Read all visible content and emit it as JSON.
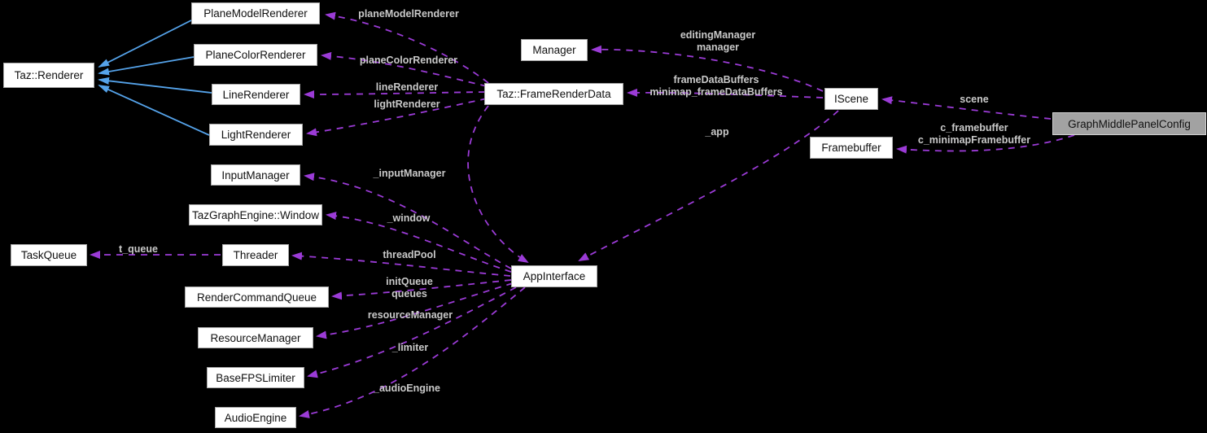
{
  "diagram_type": "doxygen-collaboration-graph",
  "colors": {
    "background": "#000000",
    "node_fill": "#ffffff",
    "node_border": "#a8a8a8",
    "node_text": "#111111",
    "highlight_fill": "#a2a2a2",
    "highlight_border": "#d2d2d2",
    "usage_edge": "#9b3bd6",
    "inheritance_edge": "#55a3ea",
    "edge_label_text": "#c9c9c9"
  },
  "nodes": {
    "plane_model_renderer": {
      "label": "PlaneModelRenderer"
    },
    "plane_color_renderer": {
      "label": "PlaneColorRenderer"
    },
    "line_renderer": {
      "label": "LineRenderer"
    },
    "light_renderer": {
      "label": "LightRenderer"
    },
    "taz_renderer": {
      "label": "Taz::Renderer"
    },
    "manager": {
      "label": "Manager"
    },
    "frame_render_data": {
      "label": "Taz::FrameRenderData"
    },
    "iscene": {
      "label": "IScene"
    },
    "framebuffer": {
      "label": "Framebuffer"
    },
    "graph_middle_panel_config": {
      "label": "GraphMiddlePanelConfig",
      "highlighted": true
    },
    "input_manager": {
      "label": "InputManager"
    },
    "window": {
      "label": "TazGraphEngine::Window"
    },
    "task_queue": {
      "label": "TaskQueue"
    },
    "threader": {
      "label": "Threader"
    },
    "render_command_queue": {
      "label": "RenderCommandQueue"
    },
    "resource_manager": {
      "label": "ResourceManager"
    },
    "base_fps_limiter": {
      "label": "BaseFPSLimiter"
    },
    "audio_engine": {
      "label": "AudioEngine"
    },
    "app_interface": {
      "label": "AppInterface"
    }
  },
  "edges": {
    "plane_model": {
      "from": "Taz::FrameRenderData",
      "to": "PlaneModelRenderer",
      "type": "usage",
      "lines": [
        "planeModelRenderer"
      ]
    },
    "plane_color": {
      "from": "Taz::FrameRenderData",
      "to": "PlaneColorRenderer",
      "type": "usage",
      "lines": [
        "planeColorRenderer"
      ]
    },
    "line": {
      "from": "Taz::FrameRenderData",
      "to": "LineRenderer",
      "type": "usage",
      "lines": [
        "lineRenderer"
      ]
    },
    "light": {
      "from": "Taz::FrameRenderData",
      "to": "LightRenderer",
      "type": "usage",
      "lines": [
        "lightRenderer"
      ]
    },
    "editing_manager": {
      "from": "IScene",
      "to": "Manager",
      "type": "usage",
      "lines": [
        "editingManager",
        "manager"
      ]
    },
    "frame_data_buffers": {
      "from": "IScene",
      "to": "Taz::FrameRenderData",
      "type": "usage",
      "lines": [
        "frameDataBuffers",
        "minimap_frameDataBuffers"
      ]
    },
    "scene": {
      "from": "GraphMiddlePanelConfig",
      "to": "IScene",
      "type": "usage",
      "lines": [
        "scene"
      ]
    },
    "c_framebuffer": {
      "from": "GraphMiddlePanelConfig",
      "to": "Framebuffer",
      "type": "usage",
      "lines": [
        "c_framebuffer",
        "c_minimapFramebuffer"
      ]
    },
    "app": {
      "from": "IScene",
      "to": "AppInterface",
      "type": "usage",
      "lines": [
        "_app"
      ]
    },
    "frd_app": {
      "from": "Taz::FrameRenderData",
      "to": "AppInterface",
      "type": "usage",
      "lines": []
    },
    "input_manager": {
      "from": "AppInterface",
      "to": "InputManager",
      "type": "usage",
      "lines": [
        "_inputManager"
      ]
    },
    "window": {
      "from": "AppInterface",
      "to": "TazGraphEngine::Window",
      "type": "usage",
      "lines": [
        "_window"
      ]
    },
    "thread_pool": {
      "from": "AppInterface",
      "to": "Threader",
      "type": "usage",
      "lines": [
        "threadPool"
      ]
    },
    "t_queue": {
      "from": "Threader",
      "to": "TaskQueue",
      "type": "usage",
      "lines": [
        "t_queue"
      ]
    },
    "init_queue": {
      "from": "AppInterface",
      "to": "RenderCommandQueue",
      "type": "usage",
      "lines": [
        "initQueue",
        "queues"
      ]
    },
    "resource_manager": {
      "from": "AppInterface",
      "to": "ResourceManager",
      "type": "usage",
      "lines": [
        "resourceManager"
      ]
    },
    "limiter": {
      "from": "AppInterface",
      "to": "BaseFPSLimiter",
      "type": "usage",
      "lines": [
        "_limiter"
      ]
    },
    "audio_engine": {
      "from": "AppInterface",
      "to": "AudioEngine",
      "type": "usage",
      "lines": [
        "_audioEngine"
      ]
    },
    "inherit_plane_model": {
      "from": "PlaneModelRenderer",
      "to": "Taz::Renderer",
      "type": "inheritance",
      "lines": []
    },
    "inherit_plane_color": {
      "from": "PlaneColorRenderer",
      "to": "Taz::Renderer",
      "type": "inheritance",
      "lines": []
    },
    "inherit_line": {
      "from": "LineRenderer",
      "to": "Taz::Renderer",
      "type": "inheritance",
      "lines": []
    },
    "inherit_light": {
      "from": "LightRenderer",
      "to": "Taz::Renderer",
      "type": "inheritance",
      "lines": []
    }
  }
}
